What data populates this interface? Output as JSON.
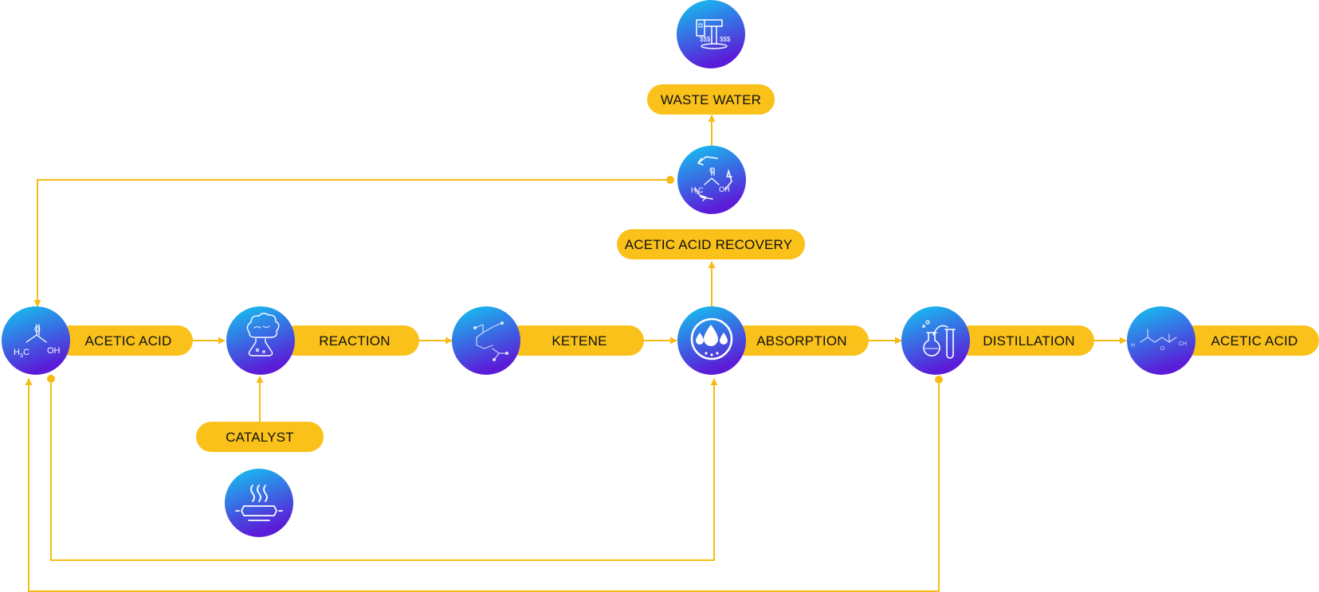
{
  "colors": {
    "pill": "#F9C11A",
    "line": "#F6BC14",
    "circle_top": "#12C8F0",
    "circle_bottom": "#5B1BD8",
    "text": "#111111"
  },
  "nodes": [
    {
      "id": "acetic-acid-in",
      "label": "ACETIC ACID",
      "icon": "acetic-acid-molecule-icon"
    },
    {
      "id": "reaction",
      "label": "REACTION",
      "icon": "reaction-flask-brain-icon"
    },
    {
      "id": "ketene",
      "label": "KETENE",
      "icon": "ketene-molecule-icon"
    },
    {
      "id": "absorption",
      "label": "ABSORPTION",
      "icon": "water-drops-icon"
    },
    {
      "id": "distillation",
      "label": "DISTILLATION",
      "icon": "distillation-flasks-icon"
    },
    {
      "id": "acetic-anhydride-out",
      "label": "ACETIC ACID",
      "icon": "anhydride-molecule-icon"
    },
    {
      "id": "catalyst",
      "label": "CATALYST",
      "icon": "heating-plate-icon"
    },
    {
      "id": "acetic-acid-recovery",
      "label": "ACETIC ACID RECOVERY",
      "icon": "recycle-acid-icon"
    },
    {
      "id": "waste-water",
      "label": "WASTE WATER",
      "icon": "waste-water-pipe-icon"
    }
  ],
  "icon_text": {
    "h3c": "H",
    "sub3": "3",
    "c": "C",
    "oh": "OH",
    "o": "O",
    "ch3": "CH",
    "dollar": "$$$"
  }
}
